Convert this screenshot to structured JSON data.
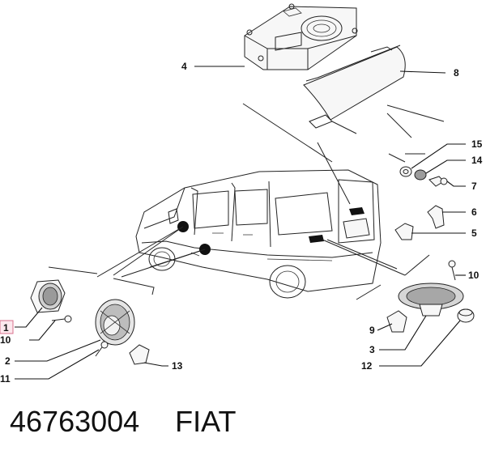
{
  "callouts": {
    "c1": "1",
    "c2": "2",
    "c3": "3",
    "c4": "4",
    "c5": "5",
    "c6": "6",
    "c7": "7",
    "c8": "8",
    "c9": "9",
    "c10a": "10",
    "c10b": "10",
    "c11": "11",
    "c12": "12",
    "c13": "13",
    "c14": "14",
    "c15": "15"
  },
  "highlighted_callout": "1",
  "footer": {
    "part_number": "46763004",
    "brand": "FIAT"
  },
  "colors": {
    "highlight_fill": "#fde8ee",
    "highlight_stroke": "#d8708c",
    "ink": "#111111"
  }
}
